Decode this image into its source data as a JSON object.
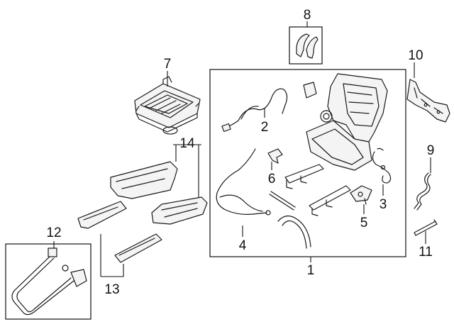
{
  "diagram": {
    "callouts": [
      {
        "id": "1",
        "label": "1"
      },
      {
        "id": "2",
        "label": "2"
      },
      {
        "id": "3",
        "label": "3"
      },
      {
        "id": "4",
        "label": "4"
      },
      {
        "id": "5",
        "label": "5"
      },
      {
        "id": "6",
        "label": "6"
      },
      {
        "id": "7",
        "label": "7"
      },
      {
        "id": "8",
        "label": "8"
      },
      {
        "id": "9",
        "label": "9"
      },
      {
        "id": "10",
        "label": "10"
      },
      {
        "id": "11",
        "label": "11"
      },
      {
        "id": "12",
        "label": "12"
      },
      {
        "id": "13",
        "label": "13"
      },
      {
        "id": "14",
        "label": "14"
      }
    ],
    "colors": {
      "line": "#1a1a1a",
      "background": "#ffffff",
      "part_fill": "#f4f4f4"
    }
  }
}
